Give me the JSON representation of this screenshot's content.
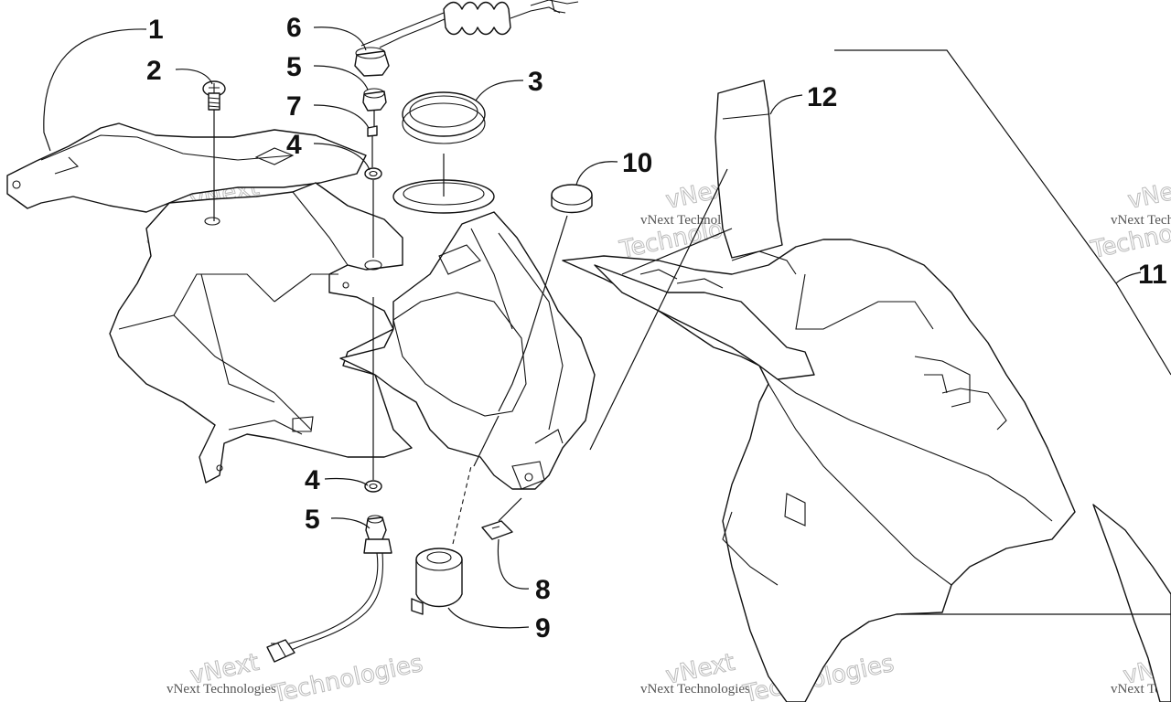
{
  "diagram": {
    "callouts": [
      {
        "id": "c1",
        "label": "1"
      },
      {
        "id": "c2",
        "label": "2"
      },
      {
        "id": "c6",
        "label": "6"
      },
      {
        "id": "c5a",
        "label": "5"
      },
      {
        "id": "c7",
        "label": "7"
      },
      {
        "id": "c4a",
        "label": "4"
      },
      {
        "id": "c3",
        "label": "3"
      },
      {
        "id": "c10",
        "label": "10"
      },
      {
        "id": "c12",
        "label": "12"
      },
      {
        "id": "c11",
        "label": "11"
      },
      {
        "id": "c4b",
        "label": "4"
      },
      {
        "id": "c5b",
        "label": "5"
      },
      {
        "id": "c8",
        "label": "8"
      },
      {
        "id": "c9",
        "label": "9"
      }
    ],
    "watermark": {
      "small": "vNext Technologies",
      "big_top": "vNext",
      "big_bottom": "Technologies"
    }
  }
}
